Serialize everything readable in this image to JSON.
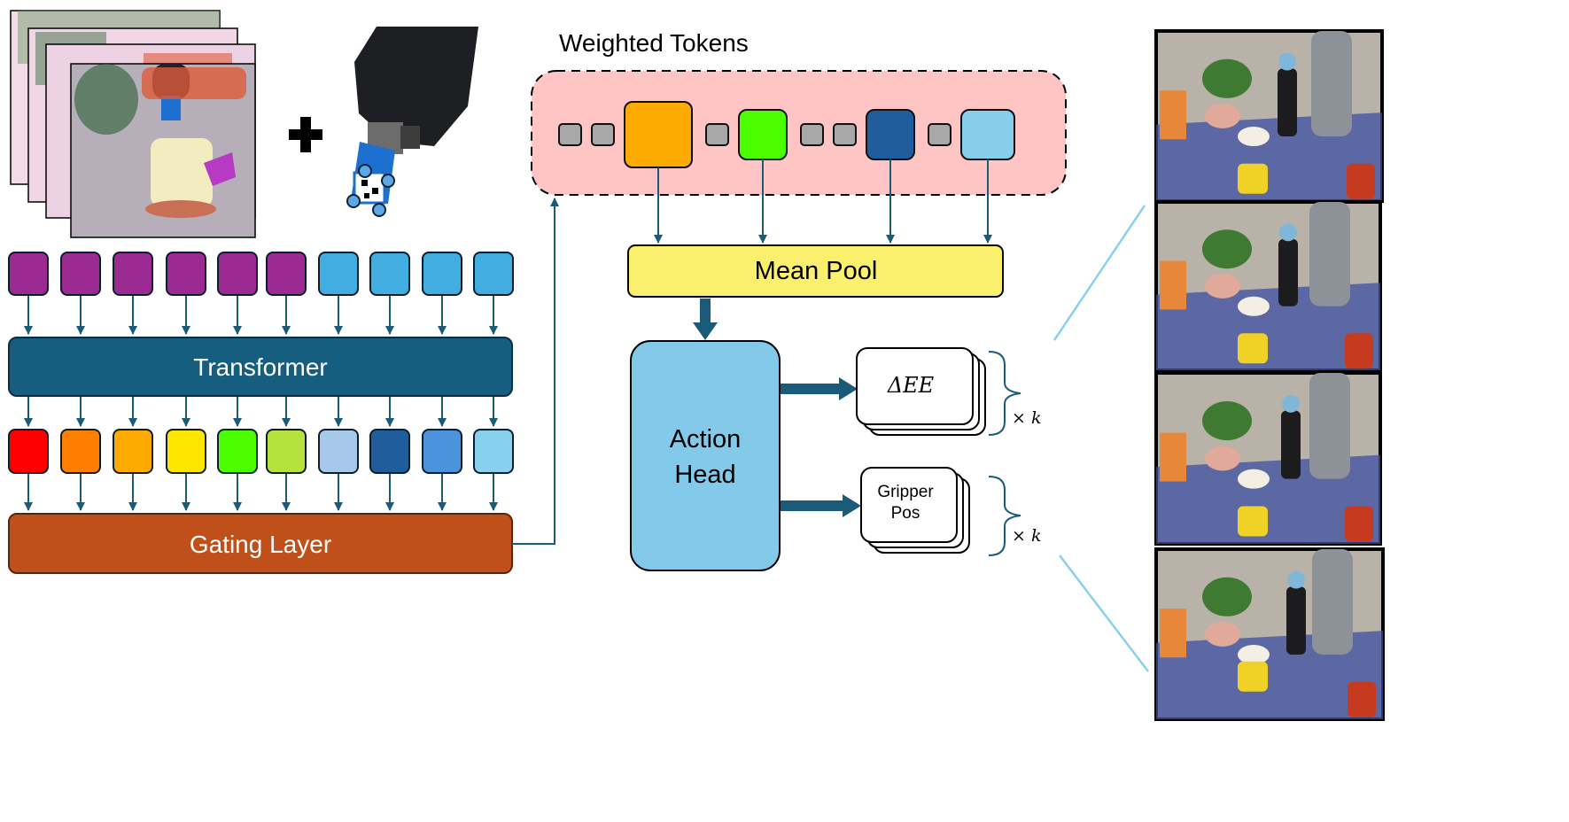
{
  "weighted_tokens_title": "Weighted Tokens",
  "blocks": {
    "transformer": "Transformer",
    "gating": "Gating Layer",
    "mean_pool": "Mean Pool",
    "action_head_line1": "Action",
    "action_head_line2": "Head"
  },
  "outputs": {
    "delta_ee": "ΔEE",
    "gripper_line1": "Gripper",
    "gripper_line2": "Pos",
    "repeat": "× k"
  },
  "colors": {
    "transformer": "#155e80",
    "gating": "#c0501a",
    "mean_pool": "#fbef6e",
    "action_head": "#82c9ea",
    "weighted_bg": "#ffc4c4",
    "arrow": "#1a5b7a"
  },
  "input_tokens": [
    "#9b2a93",
    "#9b2a93",
    "#9b2a93",
    "#9b2a93",
    "#9b2a93",
    "#9b2a93",
    "#41ade0",
    "#41ade0",
    "#41ade0",
    "#41ade0"
  ],
  "output_tokens": [
    "#ff0000",
    "#ff7f00",
    "#ffaa00",
    "#ffe600",
    "#4cff00",
    "#b5e23c",
    "#a6c9ea",
    "#1f5d9c",
    "#4b93dc",
    "#87d0ee"
  ],
  "weighted_token_list": [
    {
      "size": "small",
      "color": "#a8a8a8"
    },
    {
      "size": "small",
      "color": "#a8a8a8"
    },
    {
      "size": "large",
      "color": "#ffaa00"
    },
    {
      "size": "small",
      "color": "#a8a8a8"
    },
    {
      "size": "medium",
      "color": "#4cff00"
    },
    {
      "size": "small",
      "color": "#a8a8a8"
    },
    {
      "size": "small",
      "color": "#a8a8a8"
    },
    {
      "size": "medium",
      "color": "#1f5d9c"
    },
    {
      "size": "small",
      "color": "#a8a8a8"
    },
    {
      "size": "medium",
      "color": "#87ceeb"
    }
  ],
  "pooled_token_indices": [
    2,
    4,
    7,
    9
  ],
  "images": {
    "observation_stack": "observation-image-stack",
    "gripper": "robot-gripper-image",
    "rollout_frames": 4
  }
}
